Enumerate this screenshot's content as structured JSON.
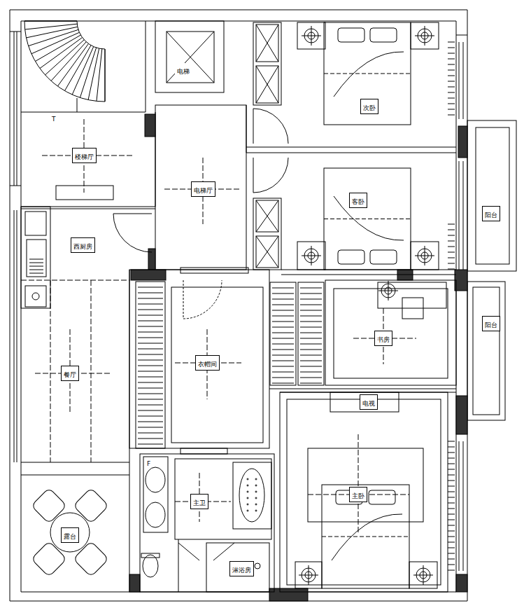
{
  "diagram": {
    "nodes": [
      {
        "text": [
          "电梯"
        ]
      },
      {
        "text": [
          "楼梯厅"
        ]
      },
      {
        "text": [
          "电梯厅"
        ]
      },
      {
        "text": [
          "次卧"
        ]
      },
      {
        "text": [
          "客卧"
        ]
      },
      {
        "text": [
          "西厨房"
        ]
      },
      {
        "text": [
          "餐厅"
        ]
      },
      {
        "text": [
          "衣帽间"
        ]
      },
      {
        "text": [
          "书房"
        ]
      },
      {
        "text": [
          "电视"
        ]
      },
      {
        "text": [
          "阳台"
        ]
      },
      {
        "text": [
          "阳台"
        ]
      },
      {
        "text": [
          "主卧"
        ]
      },
      {
        "text": [
          "主卫"
        ]
      },
      {
        "text": [
          "淋浴房"
        ]
      },
      {
        "text": [
          "露台"
        ]
      }
    ],
    "labels": [
      "T",
      "F"
    ]
  }
}
